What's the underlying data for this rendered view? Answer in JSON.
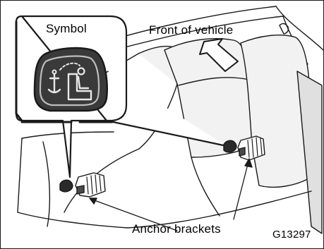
{
  "labels": {
    "symbol": "Symbol",
    "front": "Front of vehicle",
    "anchor": "Anchor brackets",
    "figure_code": "G13297"
  },
  "colors": {
    "line": "#1a1a1a",
    "seat_fill": "#f2f2f2",
    "shadow": "#d8d8d8",
    "badge_dark": "#3a3a3a",
    "badge_light": "#e8e8e8"
  },
  "icons": [
    "child-seat-anchor-symbol-icon",
    "front-direction-arrow-icon",
    "anchor-bracket-icon"
  ]
}
